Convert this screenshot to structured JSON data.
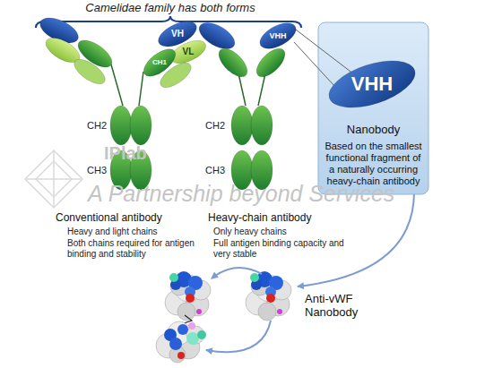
{
  "diagram": {
    "title": "Camelidae family has both forms",
    "nodes": [
      {
        "text": [
          "VH"
        ]
      },
      {
        "text": [
          "VL"
        ]
      },
      {
        "text": [
          "CH1"
        ]
      },
      {
        "text": [
          "VHH"
        ]
      },
      {
        "text": [
          "Nanobody",
          "Based on the smallest functional fragment of a naturally occurring heavy-chain antibody"
        ]
      },
      {
        "text": [
          "VHH"
        ],
        "in": 4
      }
    ],
    "edges": [
      {
        "from": 3,
        "to": 5,
        "arrow": "none"
      },
      {
        "from": 3,
        "to": 5,
        "arrow": "none"
      }
    ],
    "labels": [
      "CH2",
      "CH3",
      "CH2",
      "CH3",
      "IPlab",
      "A Partnership beyond Services",
      "Conventional antibody",
      "Heavy and light chains",
      "Both chains required for antigen binding and stability",
      "Heavy-chain antibody",
      "Only heavy chains",
      "Full antigen binding capacity and very stable",
      "Anti-vWF Nanobody"
    ]
  }
}
